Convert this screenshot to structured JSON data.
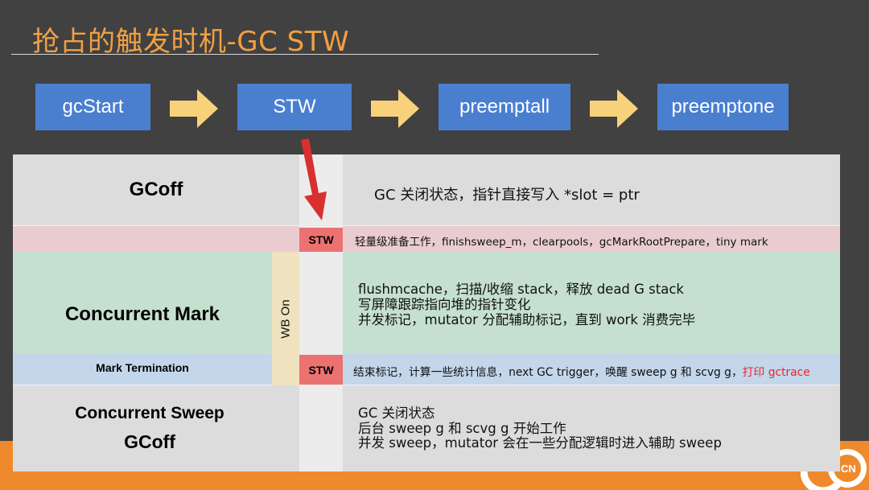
{
  "slide": {
    "title": "抢占的触发时机-GC STW"
  },
  "flow": [
    {
      "label": "gcStart"
    },
    {
      "label": "STW"
    },
    {
      "label": "preemptall"
    },
    {
      "label": "preemptone"
    }
  ],
  "phases": {
    "gcoff": {
      "label": "GCoff",
      "desc": "GC 关闭状态，指针直接写入 *slot = ptr"
    },
    "stw1": {
      "badge": "STW",
      "desc": "轻量级准备工作，finishsweep_m，clearpools，gcMarkRootPrepare，tiny mark"
    },
    "concurrent_mark": {
      "label": "Concurrent Mark",
      "wb": "WB On",
      "lines": [
        "flushmcache，扫描/收缩 stack，释放 dead G stack",
        "写屏障跟踪指向堆的指针变化",
        "并发标记，mutator 分配辅助标记，直到 work 消费完毕"
      ]
    },
    "mark_termination": {
      "label": "Mark Termination",
      "badge": "STW",
      "desc": "结束标记，计算一些统计信息，next GC trigger，唤醒 sweep g 和 scvg g，",
      "highlight": "打印 gctrace"
    },
    "concurrent_sweep": {
      "label_line1": "Concurrent Sweep",
      "label_line2": "GCoff",
      "lines": [
        "GC 关闭状态",
        "后台 sweep g 和 scvg g 开始工作",
        "并发 sweep，mutator 会在一些分配逻辑时进入辅助 sweep"
      ]
    }
  },
  "colors": {
    "title": "#f2a041",
    "flow_box": "#4a7fd0",
    "arrow": "#f7d27a",
    "stw_badge": "#ec7272",
    "highlight": "#e8262a"
  },
  "logo": {
    "text": "CN"
  }
}
